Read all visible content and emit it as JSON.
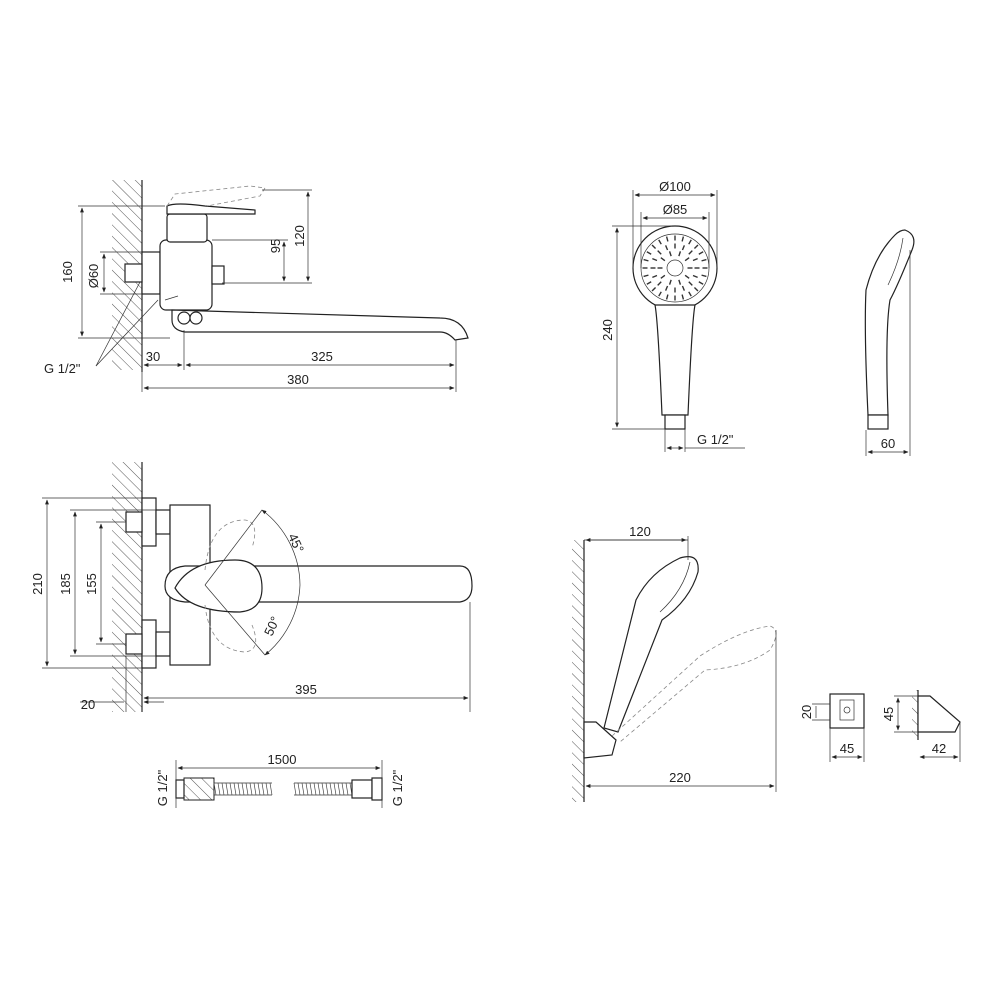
{
  "dimensions": {
    "height_160": "160",
    "dia_60": "Ø60",
    "h_95": "95",
    "h_120": "120",
    "thread_mixer": "G 1/2\"",
    "w_30": "30",
    "w_325": "325",
    "w_380": "380",
    "dia_100": "Ø100",
    "dia_85": "Ø85",
    "h_240": "240",
    "thread_head": "G 1/2\"",
    "w_60": "60",
    "h_210": "210",
    "h_185": "185",
    "h_155": "155",
    "angle_45": "45°",
    "angle_50": "50°",
    "w_20": "20",
    "w_395": "395",
    "hose_1500": "1500",
    "hose_thread_left": "G 1/2\"",
    "hose_thread_right": "G 1/2\"",
    "w_120": "120",
    "w_220": "220",
    "holder_h_20": "20",
    "holder_w_45": "45",
    "holder_h_45": "45",
    "holder_w_42": "42"
  },
  "colors": {
    "line": "#222222",
    "background": "#ffffff"
  }
}
